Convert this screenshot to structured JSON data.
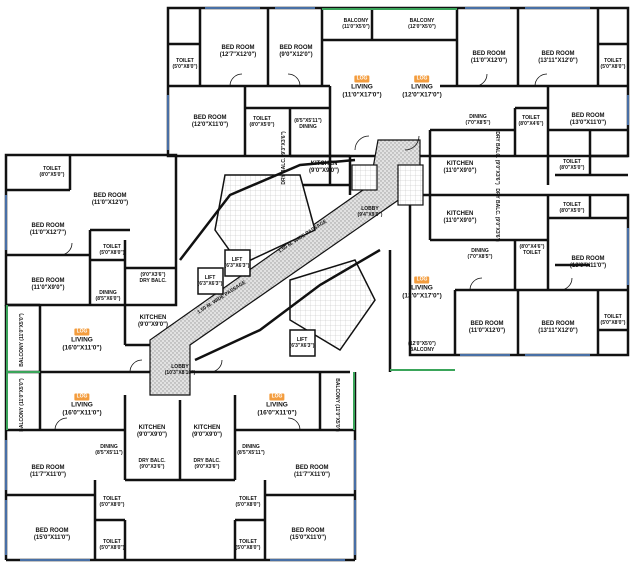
{
  "colors": {
    "wall": "#111111",
    "lobby_hatch": "#bdbdbd",
    "balcony_green": "#3aa55a",
    "window_blue": "#5a8fd8",
    "badge": "#f39c3d"
  },
  "badge_text": "LOG",
  "rooms": {
    "r1": {
      "name": "TOILET",
      "dim": "(5'0\"X8'0\")"
    },
    "r2": {
      "name": "BED ROOM",
      "dim": "(12'7\"X12'0\")"
    },
    "r3": {
      "name": "BED ROOM",
      "dim": "(9'0\"X12'0\")"
    },
    "r4": {
      "name": "BALCONY",
      "dim": "(11'0\"X5'0\")"
    },
    "r5": {
      "name": "BALCONY",
      "dim": "(12'0\"X5'0\")"
    },
    "r6": {
      "name": "BED ROOM",
      "dim": "(11'0\"X12'0\")"
    },
    "r7": {
      "name": "BED ROOM",
      "dim": "(13'11\"X12'0\")"
    },
    "r8": {
      "name": "TOILET",
      "dim": "(5'0\"X8'0\")"
    },
    "r9": {
      "name": "LIVING",
      "dim": "(11'0\"X17'0\")"
    },
    "r10": {
      "name": "LIVING",
      "dim": "(12'0\"X17'0\")"
    },
    "r11": {
      "name": "BED ROOM",
      "dim": "(12'0\"X11'0\")"
    },
    "r12": {
      "name": "TOILET",
      "dim": "(8'0\"X5'0\")"
    },
    "r13": {
      "name": "DINING",
      "dim": "(8'5\"X5'11\")"
    },
    "r14": {
      "name": "DINING",
      "dim": "(7'0\"X8'5\")"
    },
    "r15": {
      "name": "TOILET",
      "dim": "(8'0\"X4'6\")"
    },
    "r16": {
      "name": "BED ROOM",
      "dim": "(13'0\"X11'0\")"
    },
    "r17": {
      "name": "DRY BALC.",
      "dim": "(9'3\"X3'6\")"
    },
    "r18": {
      "name": "KITCHEN",
      "dim": "(9'0\"X9'0\")"
    },
    "r19": {
      "name": "KITCHEN",
      "dim": "(11'0\"X9'0\")"
    },
    "r20": {
      "name": "DRY BALC.",
      "dim": "(9'0\"X3'6\")"
    },
    "r21": {
      "name": "TOILET",
      "dim": "(8'0\"X5'0\")"
    },
    "r22": {
      "name": "LOBBY",
      "dim": "(9'4\"X9'0\")"
    },
    "r23": {
      "name": "TOILET",
      "dim": "(8'0\"X5'0\")"
    },
    "r24": {
      "name": "BED ROOM",
      "dim": "(11'0\"X12'0\")"
    },
    "r25": {
      "name": "BED ROOM",
      "dim": "(11'0\"X12'7\")"
    },
    "r26": {
      "name": "KITCHEN",
      "dim": "(11'0\"X9'0\")"
    },
    "r27": {
      "name": "DRY BALC.",
      "dim": "(9'0\"X3'6\")"
    },
    "r28": {
      "name": "TOILET",
      "dim": "(8'0\"X5'0\")"
    },
    "r29": {
      "name": "TOILET",
      "dim": "(5'0\"X8'0\")"
    },
    "r30": {
      "name": "DINING",
      "dim": "(7'0\"X8'5\")"
    },
    "r31": {
      "name": "TOILET",
      "dim": "(8'0\"X4'6\")"
    },
    "r32": {
      "name": "BED ROOM",
      "dim": "(13'0\"X11'0\")"
    },
    "r33": {
      "name": "LIFT",
      "dim": "(6'3\"X6'3\")"
    },
    "r34": {
      "name": "LIFT",
      "dim": "(6'3\"X6'3\")"
    },
    "r35": {
      "name": "DRY BALC.",
      "dim": "(9'0\"X3'6\")"
    },
    "r36": {
      "name": "BED ROOM",
      "dim": "(11'0\"X9'0\")"
    },
    "r37": {
      "name": "DINING",
      "dim": "(8'5\"X6'0\")"
    },
    "r38": {
      "name": "LIVING",
      "dim": "(12'0\"X17'0\")"
    },
    "r39": {
      "name": "KITCHEN",
      "dim": "(9'0\"X9'0\")"
    },
    "r40": {
      "name": "BED ROOM",
      "dim": "(11'0\"X12'0\")"
    },
    "r41": {
      "name": "BED ROOM",
      "dim": "(13'11\"X12'0\")"
    },
    "r42": {
      "name": "TOILET",
      "dim": "(5'0\"X8'0\")"
    },
    "r43": {
      "name": "BALCONY",
      "dim": "(11'0\"X5'0\")"
    },
    "r44": {
      "name": "LIVING",
      "dim": "(16'0\"X11'0\")"
    },
    "r45": {
      "name": "LIFT",
      "dim": "(6'3\"X6'3\")"
    },
    "r46": {
      "name": "BALCONY",
      "dim": "(12'0\"X5'0\")"
    },
    "r47": {
      "name": "LOBBY",
      "dim": "(10'3\"X8'10\")"
    },
    "r48": {
      "name": "BALCONY",
      "dim": "(11'0\"X5'0\")"
    },
    "r49": {
      "name": "LIVING",
      "dim": "(16'0\"X11'0\")"
    },
    "r50": {
      "name": "LIVING",
      "dim": "(16'0\"X11'0\")"
    },
    "r51": {
      "name": "BALCONY",
      "dim": "(11'0\"X5'0\")"
    },
    "r52": {
      "name": "KITCHEN",
      "dim": "(9'0\"X9'0\")"
    },
    "r53": {
      "name": "KITCHEN",
      "dim": "(9'0\"X9'0\")"
    },
    "r54": {
      "name": "DINING",
      "dim": "(8'5\"X5'11\")"
    },
    "r55": {
      "name": "DINING",
      "dim": "(8'5\"X5'11\")"
    },
    "r56": {
      "name": "DRY BALC.",
      "dim": "(9'0\"X3'6\")"
    },
    "r57": {
      "name": "DRY BALC.",
      "dim": "(9'0\"X3'6\")"
    },
    "r58": {
      "name": "BED ROOM",
      "dim": "(11'7\"X11'0\")"
    },
    "r59": {
      "name": "BED ROOM",
      "dim": "(11'7\"X11'0\")"
    },
    "r60": {
      "name": "TOILET",
      "dim": "(5'0\"X8'0\")"
    },
    "r61": {
      "name": "TOILET",
      "dim": "(5'0\"X8'0\")"
    },
    "r62": {
      "name": "BED ROOM",
      "dim": "(15'0\"X11'0\")"
    },
    "r63": {
      "name": "BED ROOM",
      "dim": "(15'0\"X11'0\")"
    },
    "r64": {
      "name": "TOILET",
      "dim": "(5'0\"X8'0\")"
    },
    "r65": {
      "name": "TOILET",
      "dim": "(5'0\"X8'0\")"
    }
  },
  "passages": {
    "p1": "1.50 M. WIDE PASSAGE",
    "p2": "1.50 M. WIDE PASSAGE"
  }
}
